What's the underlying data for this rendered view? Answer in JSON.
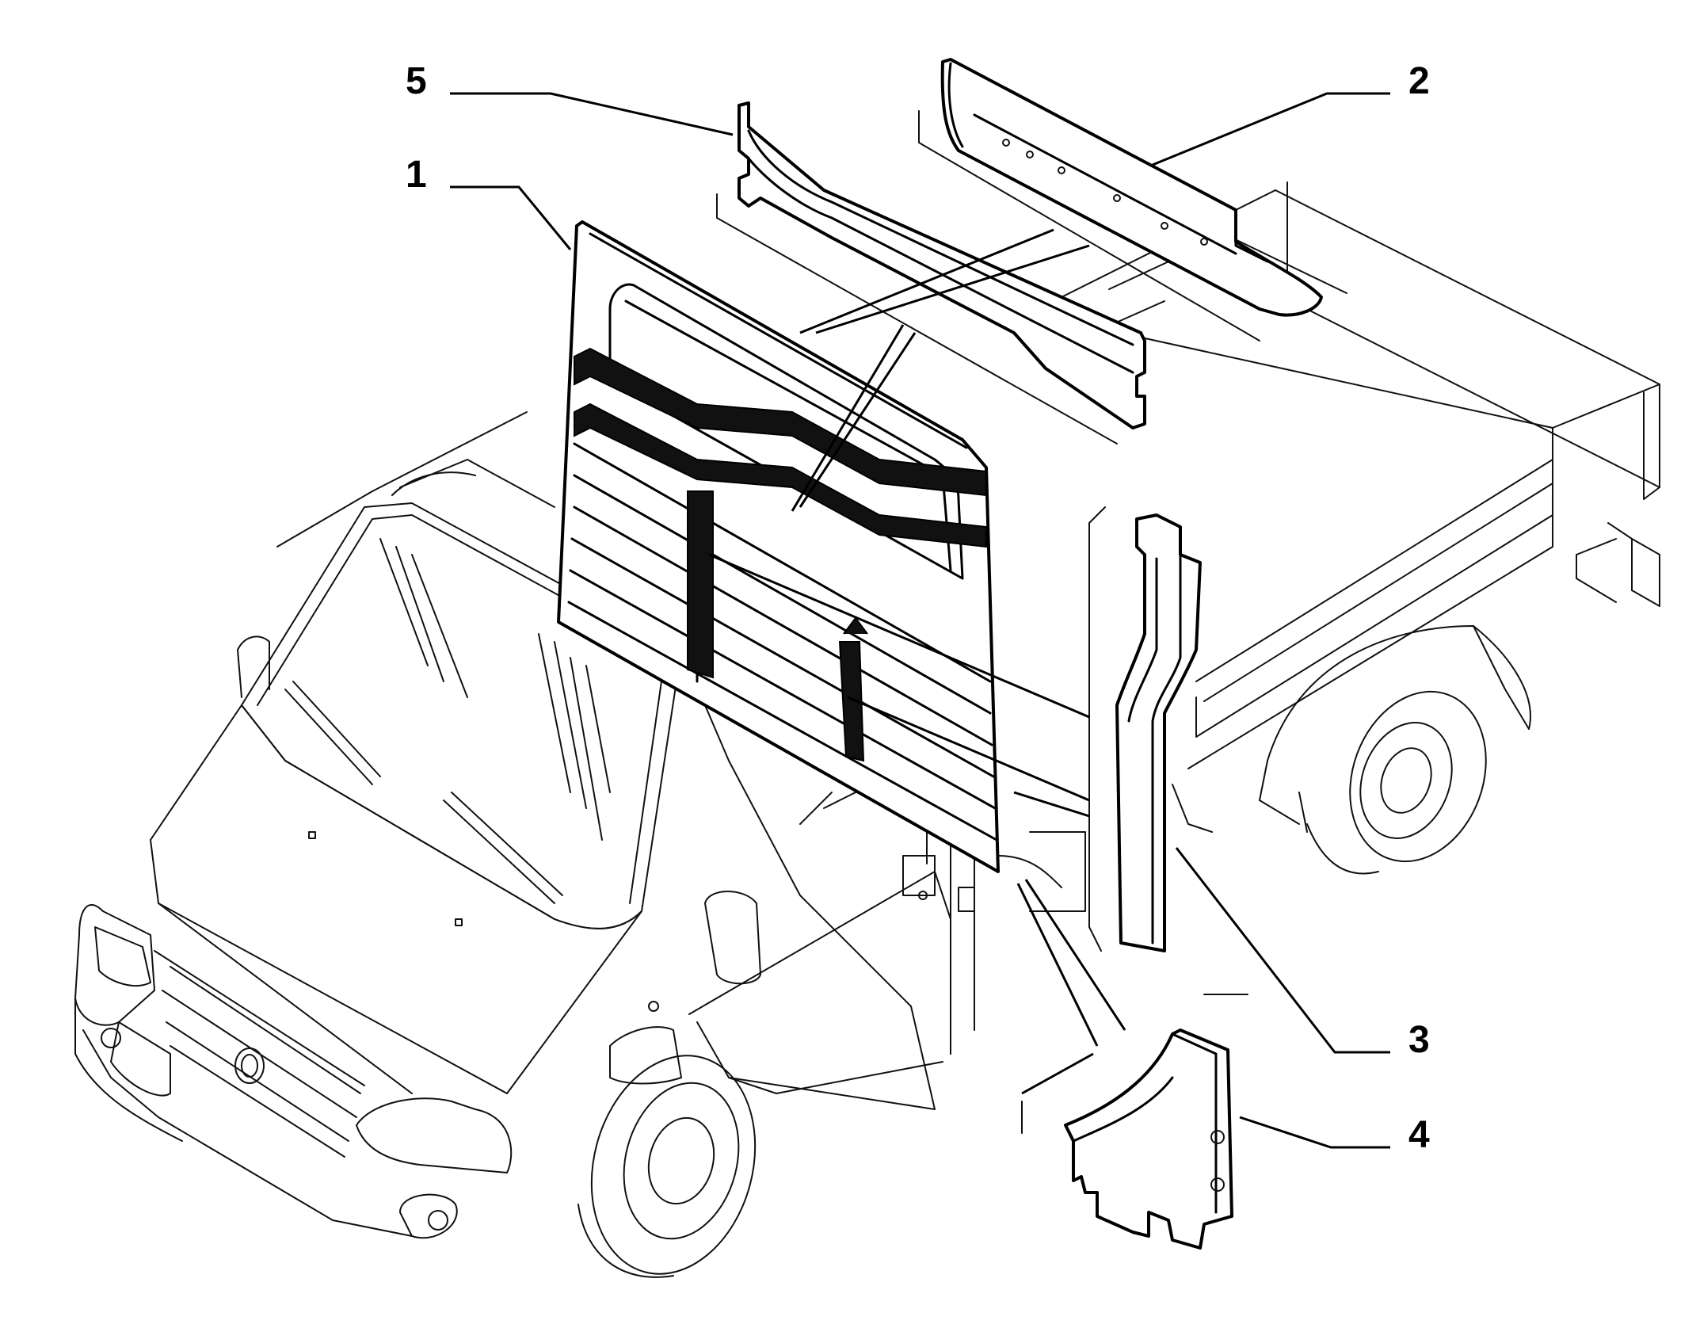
{
  "diagram": {
    "callouts": [
      {
        "id": "1",
        "label": "1"
      },
      {
        "id": "2",
        "label": "2"
      },
      {
        "id": "3",
        "label": "3"
      },
      {
        "id": "4",
        "label": "4"
      },
      {
        "id": "5",
        "label": "5"
      }
    ],
    "parts": [
      "rear-cab-panel",
      "roof-crossmember",
      "b-pillar-reinforcement",
      "corner-bracket",
      "upper-crossmember"
    ],
    "style": {
      "stroke": "#000000",
      "background": "#ffffff"
    }
  }
}
